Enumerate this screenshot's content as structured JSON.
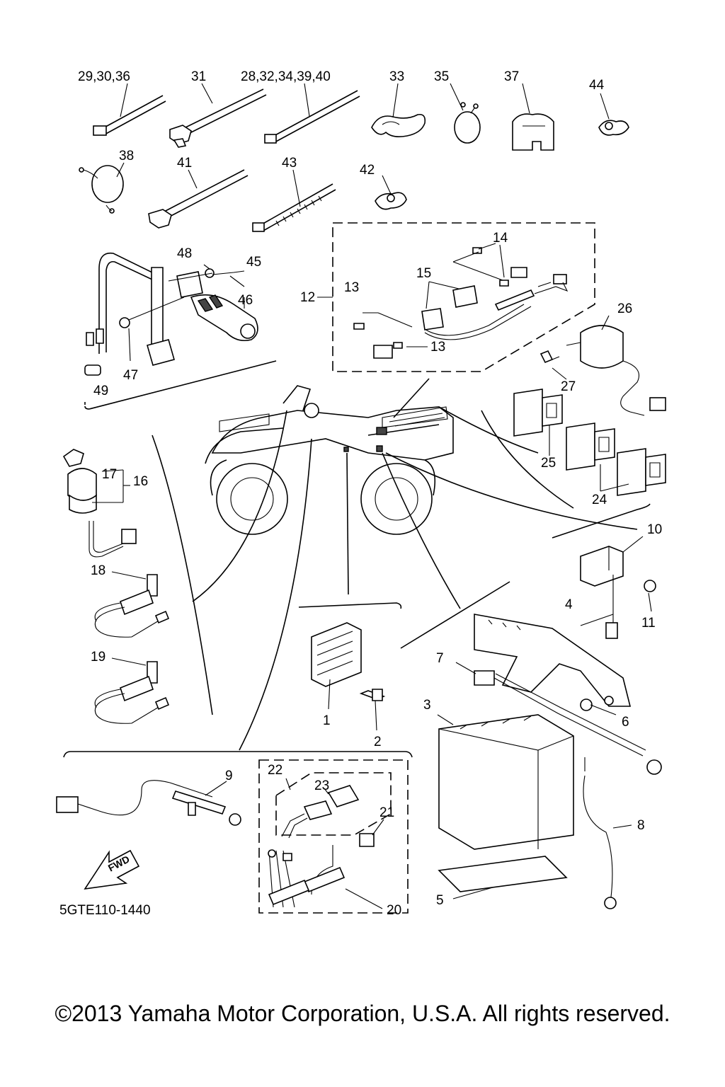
{
  "labels": {
    "l_29_30_36": "29,30,36",
    "l_31": "31",
    "l_28_32": "28,32,34,39,40",
    "l_33": "33",
    "l_35": "35",
    "l_37": "37",
    "l_44": "44",
    "l_38": "38",
    "l_41": "41",
    "l_43": "43",
    "l_42": "42",
    "l_14": "14",
    "l_48": "48",
    "l_45": "45",
    "l_46": "46",
    "l_15": "15",
    "l_12": "12",
    "l_13a": "13",
    "l_13b": "13",
    "l_47": "47",
    "l_49": "49",
    "l_26": "26",
    "l_27": "27",
    "l_25": "25",
    "l_24": "24",
    "l_17": "17",
    "l_16": "16",
    "l_10": "10",
    "l_11": "11",
    "l_18": "18",
    "l_19": "19",
    "l_4": "4",
    "l_7": "7",
    "l_3": "3",
    "l_6": "6",
    "l_1": "1",
    "l_2": "2",
    "l_9": "9",
    "l_22": "22",
    "l_23": "23",
    "l_21": "21",
    "l_20": "20",
    "l_8": "8",
    "l_5": "5"
  },
  "diagram_code": "5GTE110-1440",
  "fwd_label": "FWD",
  "copyright": "©2013 Yamaha Motor Corporation, U.S.A. All rights reserved."
}
